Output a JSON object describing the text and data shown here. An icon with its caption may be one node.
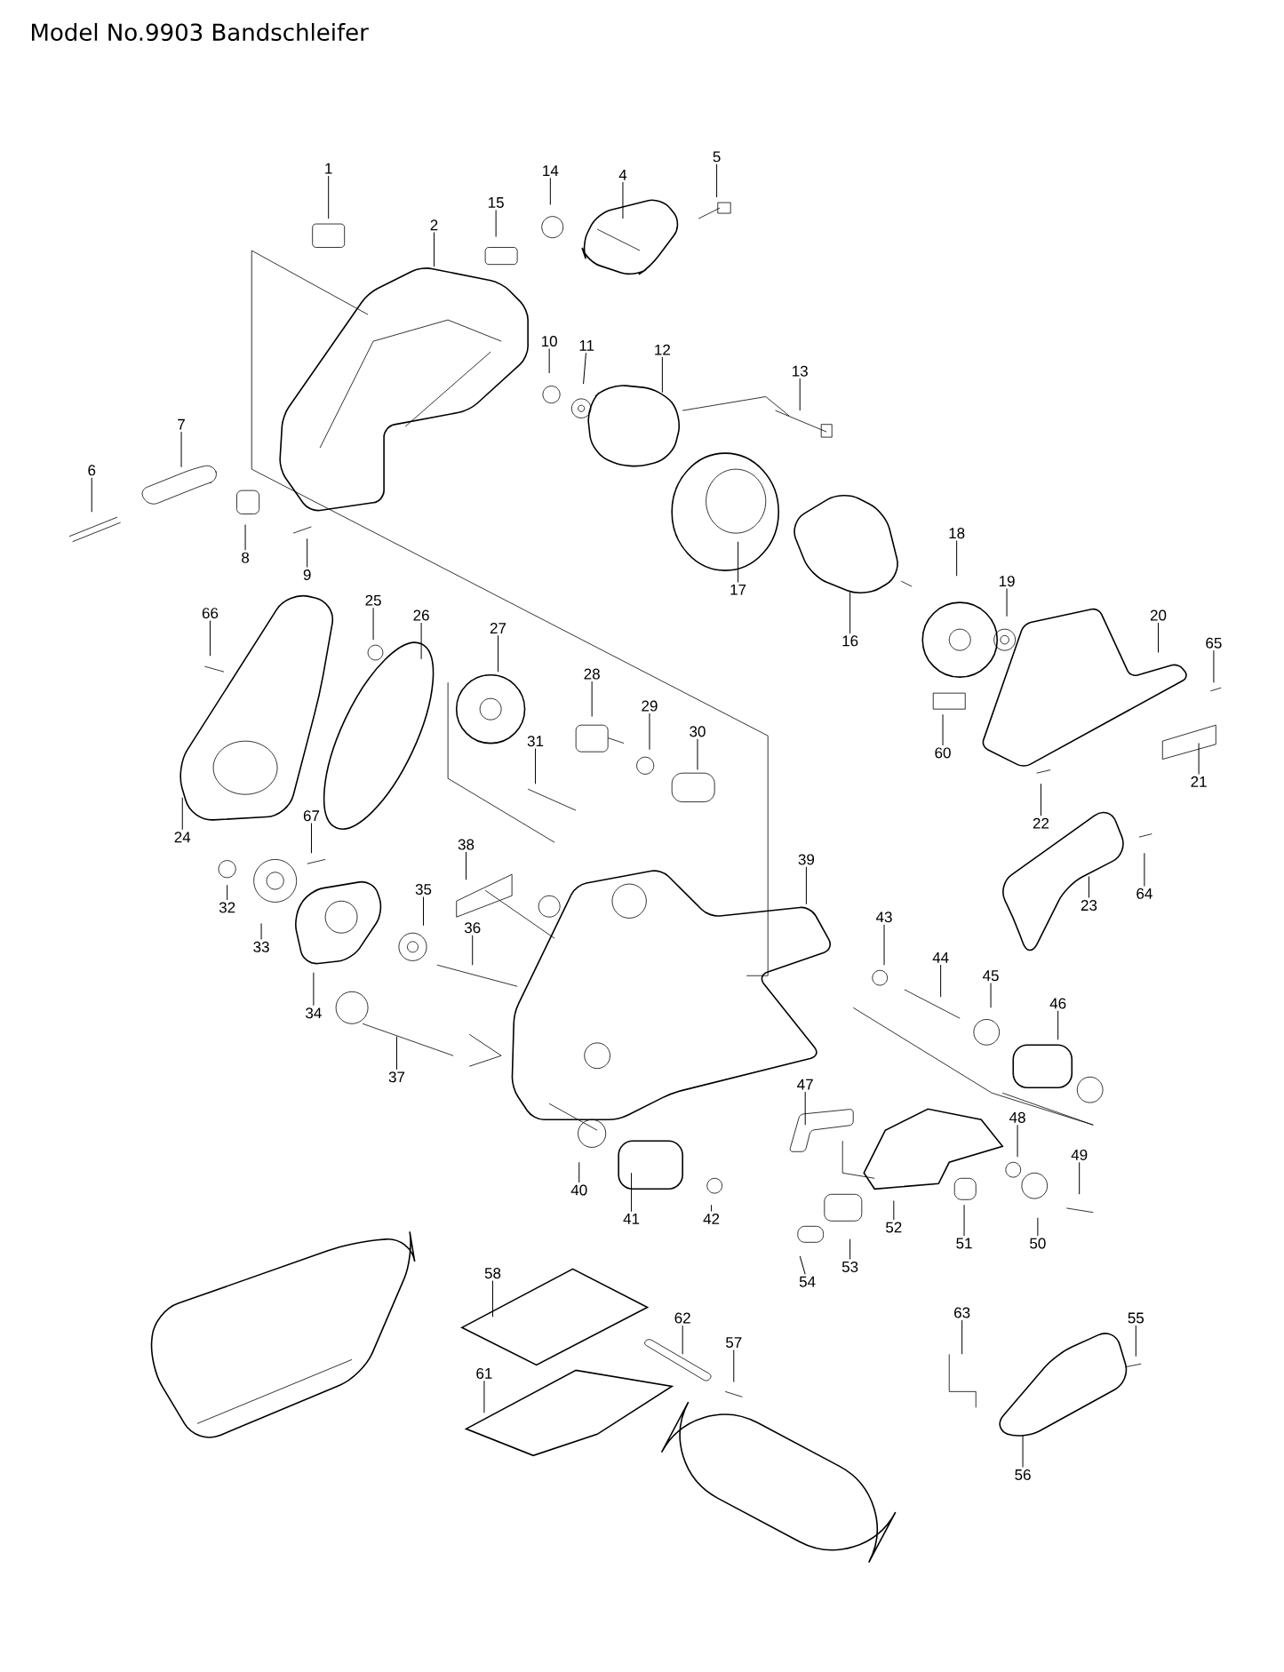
{
  "diagram": {
    "title": "Model No.9903 Bandschleifer",
    "nodes": [
      {
        "text": [
          "1"
        ]
      },
      {
        "text": [
          "2"
        ]
      },
      {
        "text": [
          "14"
        ]
      },
      {
        "text": [
          "15"
        ]
      },
      {
        "text": [
          "4"
        ]
      },
      {
        "text": [
          "5"
        ]
      },
      {
        "text": [
          "10"
        ]
      },
      {
        "text": [
          "11"
        ]
      },
      {
        "text": [
          "12"
        ]
      },
      {
        "text": [
          "13"
        ]
      },
      {
        "text": [
          "7"
        ]
      },
      {
        "text": [
          "6"
        ]
      },
      {
        "text": [
          "8"
        ]
      },
      {
        "text": [
          "9"
        ]
      },
      {
        "text": [
          "17"
        ]
      },
      {
        "text": [
          "16"
        ]
      },
      {
        "text": [
          "18"
        ]
      },
      {
        "text": [
          "19"
        ]
      },
      {
        "text": [
          "20"
        ]
      },
      {
        "text": [
          "65"
        ]
      },
      {
        "text": [
          "66"
        ]
      },
      {
        "text": [
          "25"
        ]
      },
      {
        "text": [
          "26"
        ]
      },
      {
        "text": [
          "27"
        ]
      },
      {
        "text": [
          "28"
        ]
      },
      {
        "text": [
          "29"
        ]
      },
      {
        "text": [
          "30"
        ]
      },
      {
        "text": [
          "31"
        ]
      },
      {
        "text": [
          "24"
        ]
      },
      {
        "text": [
          "60"
        ]
      },
      {
        "text": [
          "21"
        ]
      },
      {
        "text": [
          "22"
        ]
      },
      {
        "text": [
          "67"
        ]
      },
      {
        "text": [
          "32"
        ]
      },
      {
        "text": [
          "38"
        ]
      },
      {
        "text": [
          "35"
        ]
      },
      {
        "text": [
          "39"
        ]
      },
      {
        "text": [
          "23"
        ]
      },
      {
        "text": [
          "64"
        ]
      },
      {
        "text": [
          "43"
        ]
      },
      {
        "text": [
          "44"
        ]
      },
      {
        "text": [
          "45"
        ]
      },
      {
        "text": [
          "46"
        ]
      },
      {
        "text": [
          "33"
        ]
      },
      {
        "text": [
          "36"
        ]
      },
      {
        "text": [
          "34"
        ]
      },
      {
        "text": [
          "37"
        ]
      },
      {
        "text": [
          "47"
        ]
      },
      {
        "text": [
          "48"
        ]
      },
      {
        "text": [
          "49"
        ]
      },
      {
        "text": [
          "40"
        ]
      },
      {
        "text": [
          "41"
        ]
      },
      {
        "text": [
          "42"
        ]
      },
      {
        "text": [
          "52"
        ]
      },
      {
        "text": [
          "51"
        ]
      },
      {
        "text": [
          "50"
        ]
      },
      {
        "text": [
          "53"
        ]
      },
      {
        "text": [
          "54"
        ]
      },
      {
        "text": [
          "58"
        ]
      },
      {
        "text": [
          "62"
        ]
      },
      {
        "text": [
          "57"
        ]
      },
      {
        "text": [
          "61"
        ]
      },
      {
        "text": [
          "63"
        ]
      },
      {
        "text": [
          "55"
        ]
      },
      {
        "text": [
          "56"
        ]
      }
    ],
    "edges": [
      {
        "from": 0,
        "to": null,
        "arrow": "none"
      },
      {
        "from": 1,
        "to": null,
        "arrow": "none"
      },
      {
        "from": 2,
        "to": null,
        "arrow": "none"
      },
      {
        "from": 3,
        "to": null,
        "arrow": "none"
      },
      {
        "from": 4,
        "to": null,
        "arrow": "none"
      },
      {
        "from": 5,
        "to": null,
        "arrow": "none"
      },
      {
        "from": 6,
        "to": null,
        "arrow": "none"
      },
      {
        "from": 7,
        "to": null,
        "arrow": "none"
      },
      {
        "from": 8,
        "to": null,
        "arrow": "none"
      },
      {
        "from": 9,
        "to": null,
        "arrow": "none"
      },
      {
        "from": 10,
        "to": null,
        "arrow": "none"
      },
      {
        "from": 11,
        "to": null,
        "arrow": "none"
      },
      {
        "from": 12,
        "to": null,
        "arrow": "none"
      },
      {
        "from": 13,
        "to": null,
        "arrow": "none"
      },
      {
        "from": 14,
        "to": null,
        "arrow": "none"
      },
      {
        "from": 15,
        "to": null,
        "arrow": "none"
      },
      {
        "from": 16,
        "to": null,
        "arrow": "none"
      },
      {
        "from": 17,
        "to": null,
        "arrow": "none"
      },
      {
        "from": 18,
        "to": null,
        "arrow": "none"
      },
      {
        "from": 19,
        "to": null,
        "arrow": "none"
      },
      {
        "from": 20,
        "to": null,
        "arrow": "none"
      },
      {
        "from": 21,
        "to": null,
        "arrow": "none"
      },
      {
        "from": 22,
        "to": null,
        "arrow": "none"
      },
      {
        "from": 23,
        "to": null,
        "arrow": "none"
      },
      {
        "from": 24,
        "to": null,
        "arrow": "none"
      },
      {
        "from": 25,
        "to": null,
        "arrow": "none"
      },
      {
        "from": 26,
        "to": null,
        "arrow": "none"
      },
      {
        "from": 27,
        "to": null,
        "arrow": "none"
      },
      {
        "from": 28,
        "to": null,
        "arrow": "none"
      },
      {
        "from": 29,
        "to": null,
        "arrow": "none"
      },
      {
        "from": 30,
        "to": null,
        "arrow": "none"
      },
      {
        "from": 31,
        "to": null,
        "arrow": "none"
      },
      {
        "from": 32,
        "to": null,
        "arrow": "none"
      },
      {
        "from": 33,
        "to": null,
        "arrow": "none"
      },
      {
        "from": 34,
        "to": null,
        "arrow": "none"
      },
      {
        "from": 35,
        "to": null,
        "arrow": "none"
      },
      {
        "from": 36,
        "to": null,
        "arrow": "none"
      },
      {
        "from": 37,
        "to": null,
        "arrow": "none"
      },
      {
        "from": 38,
        "to": null,
        "arrow": "none"
      },
      {
        "from": 39,
        "to": null,
        "arrow": "none"
      },
      {
        "from": 40,
        "to": null,
        "arrow": "none"
      },
      {
        "from": 41,
        "to": null,
        "arrow": "none"
      },
      {
        "from": 42,
        "to": null,
        "arrow": "none"
      },
      {
        "from": 43,
        "to": null,
        "arrow": "none"
      },
      {
        "from": 44,
        "to": null,
        "arrow": "none"
      },
      {
        "from": 45,
        "to": null,
        "arrow": "none"
      },
      {
        "from": 46,
        "to": null,
        "arrow": "none"
      },
      {
        "from": 47,
        "to": null,
        "arrow": "none"
      },
      {
        "from": 48,
        "to": null,
        "arrow": "none"
      },
      {
        "from": 49,
        "to": null,
        "arrow": "none"
      },
      {
        "from": 50,
        "to": null,
        "arrow": "none"
      },
      {
        "from": 51,
        "to": null,
        "arrow": "none"
      },
      {
        "from": 52,
        "to": null,
        "arrow": "none"
      },
      {
        "from": 53,
        "to": null,
        "arrow": "none"
      },
      {
        "from": 54,
        "to": null,
        "arrow": "none"
      },
      {
        "from": 55,
        "to": null,
        "arrow": "none"
      },
      {
        "from": 56,
        "to": null,
        "arrow": "none"
      },
      {
        "from": 57,
        "to": null,
        "arrow": "none"
      },
      {
        "from": 58,
        "to": null,
        "arrow": "none"
      },
      {
        "from": 59,
        "to": null,
        "arrow": "none"
      },
      {
        "from": 60,
        "to": null,
        "arrow": "none"
      },
      {
        "from": 61,
        "to": null,
        "arrow": "none"
      },
      {
        "from": 62,
        "to": null,
        "arrow": "none"
      },
      {
        "from": 63,
        "to": null,
        "arrow": "none"
      },
      {
        "from": 64,
        "to": null,
        "arrow": "none"
      }
    ]
  }
}
